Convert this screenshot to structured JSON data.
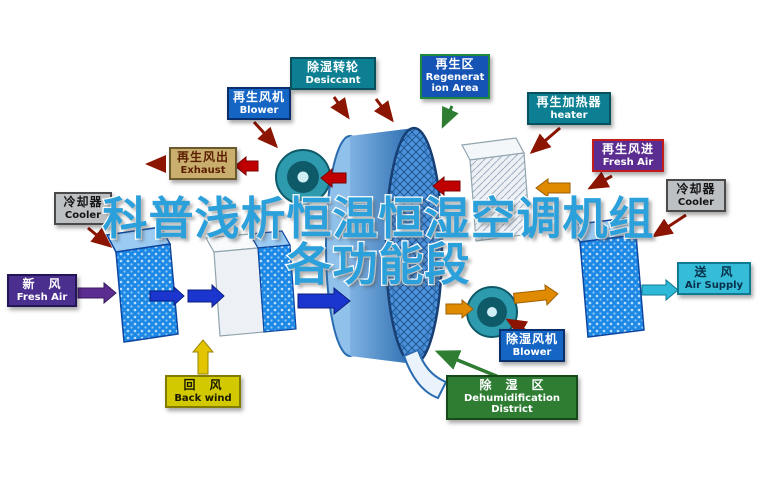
{
  "title": {
    "line1": "科普浅析恒温恒湿空调机组",
    "line2": "各功能段"
  },
  "labels": {
    "regen_blower": {
      "zh": "再生风机",
      "en": "Blower"
    },
    "desiccant": {
      "zh": "除湿转轮",
      "en": "Desiccant"
    },
    "regen_area": {
      "zh": "再生区",
      "en": "Regeneration Area"
    },
    "regen_heater": {
      "zh": "再生加热器",
      "en": "heater"
    },
    "exhaust": {
      "zh": "再生风出",
      "en": "Exhaust"
    },
    "regen_fresh_air": {
      "zh": "再生风进",
      "en": "Fresh Air"
    },
    "cooler_left": {
      "zh": "冷却器",
      "en": "Cooler"
    },
    "cooler_right": {
      "zh": "冷却器",
      "en": "Cooler"
    },
    "fresh_air": {
      "zh": "新　风",
      "en": "Fresh Air"
    },
    "air_supply": {
      "zh": "送　风",
      "en": "Air Supply"
    },
    "back_wind": {
      "zh": "回　风",
      "en": "Back wind"
    },
    "dehumid_blower": {
      "zh": "除湿风机",
      "en": "Blower"
    },
    "dehumid_district": {
      "zh": "除　湿　区",
      "en": "Dehumidification District"
    }
  },
  "colors": {
    "title_blue": "#2BA0DB",
    "arrow_red": "#C00000",
    "arrow_dark_red": "#8B1500",
    "arrow_orange": "#E08A00",
    "arrow_blue": "#1B36CE",
    "arrow_purple": "#5B2D90",
    "arrow_yellow": "#E3C400",
    "arrow_cyan": "#2FB9D8",
    "arrow_green": "#2E7D32",
    "component_blue": "#1E88E5",
    "rotor_blue": "#2B6CB0",
    "fan_teal": "#2E9AAE"
  }
}
